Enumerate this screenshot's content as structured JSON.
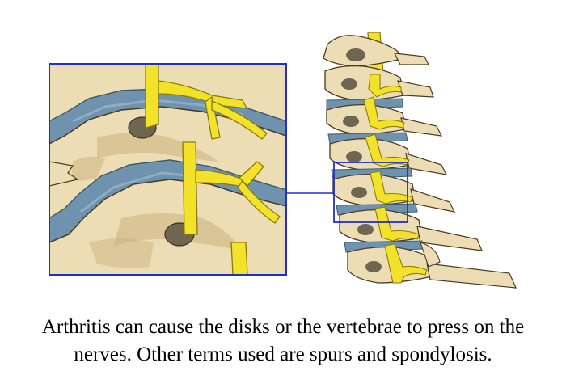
{
  "caption": "Arthritis can cause the disks or the vertebrae to press on the nerves. Other terms used are spurs and spondylosis.",
  "colors": {
    "bone": "#EDDDB4",
    "bone_shadow": "#C9B07E",
    "bone_outline": "#4A3A22",
    "disk": "#6F93AE",
    "disk_light": "#9BB7CB",
    "nerve": "#F2E22A",
    "nerve_outline": "#8A7A10",
    "frame": "#1F2FD0",
    "foramen": "#6E6650"
  },
  "icons": {
    "zoom": "magnified-vertebra-illustration",
    "spine": "cervical-spine-illustration"
  }
}
